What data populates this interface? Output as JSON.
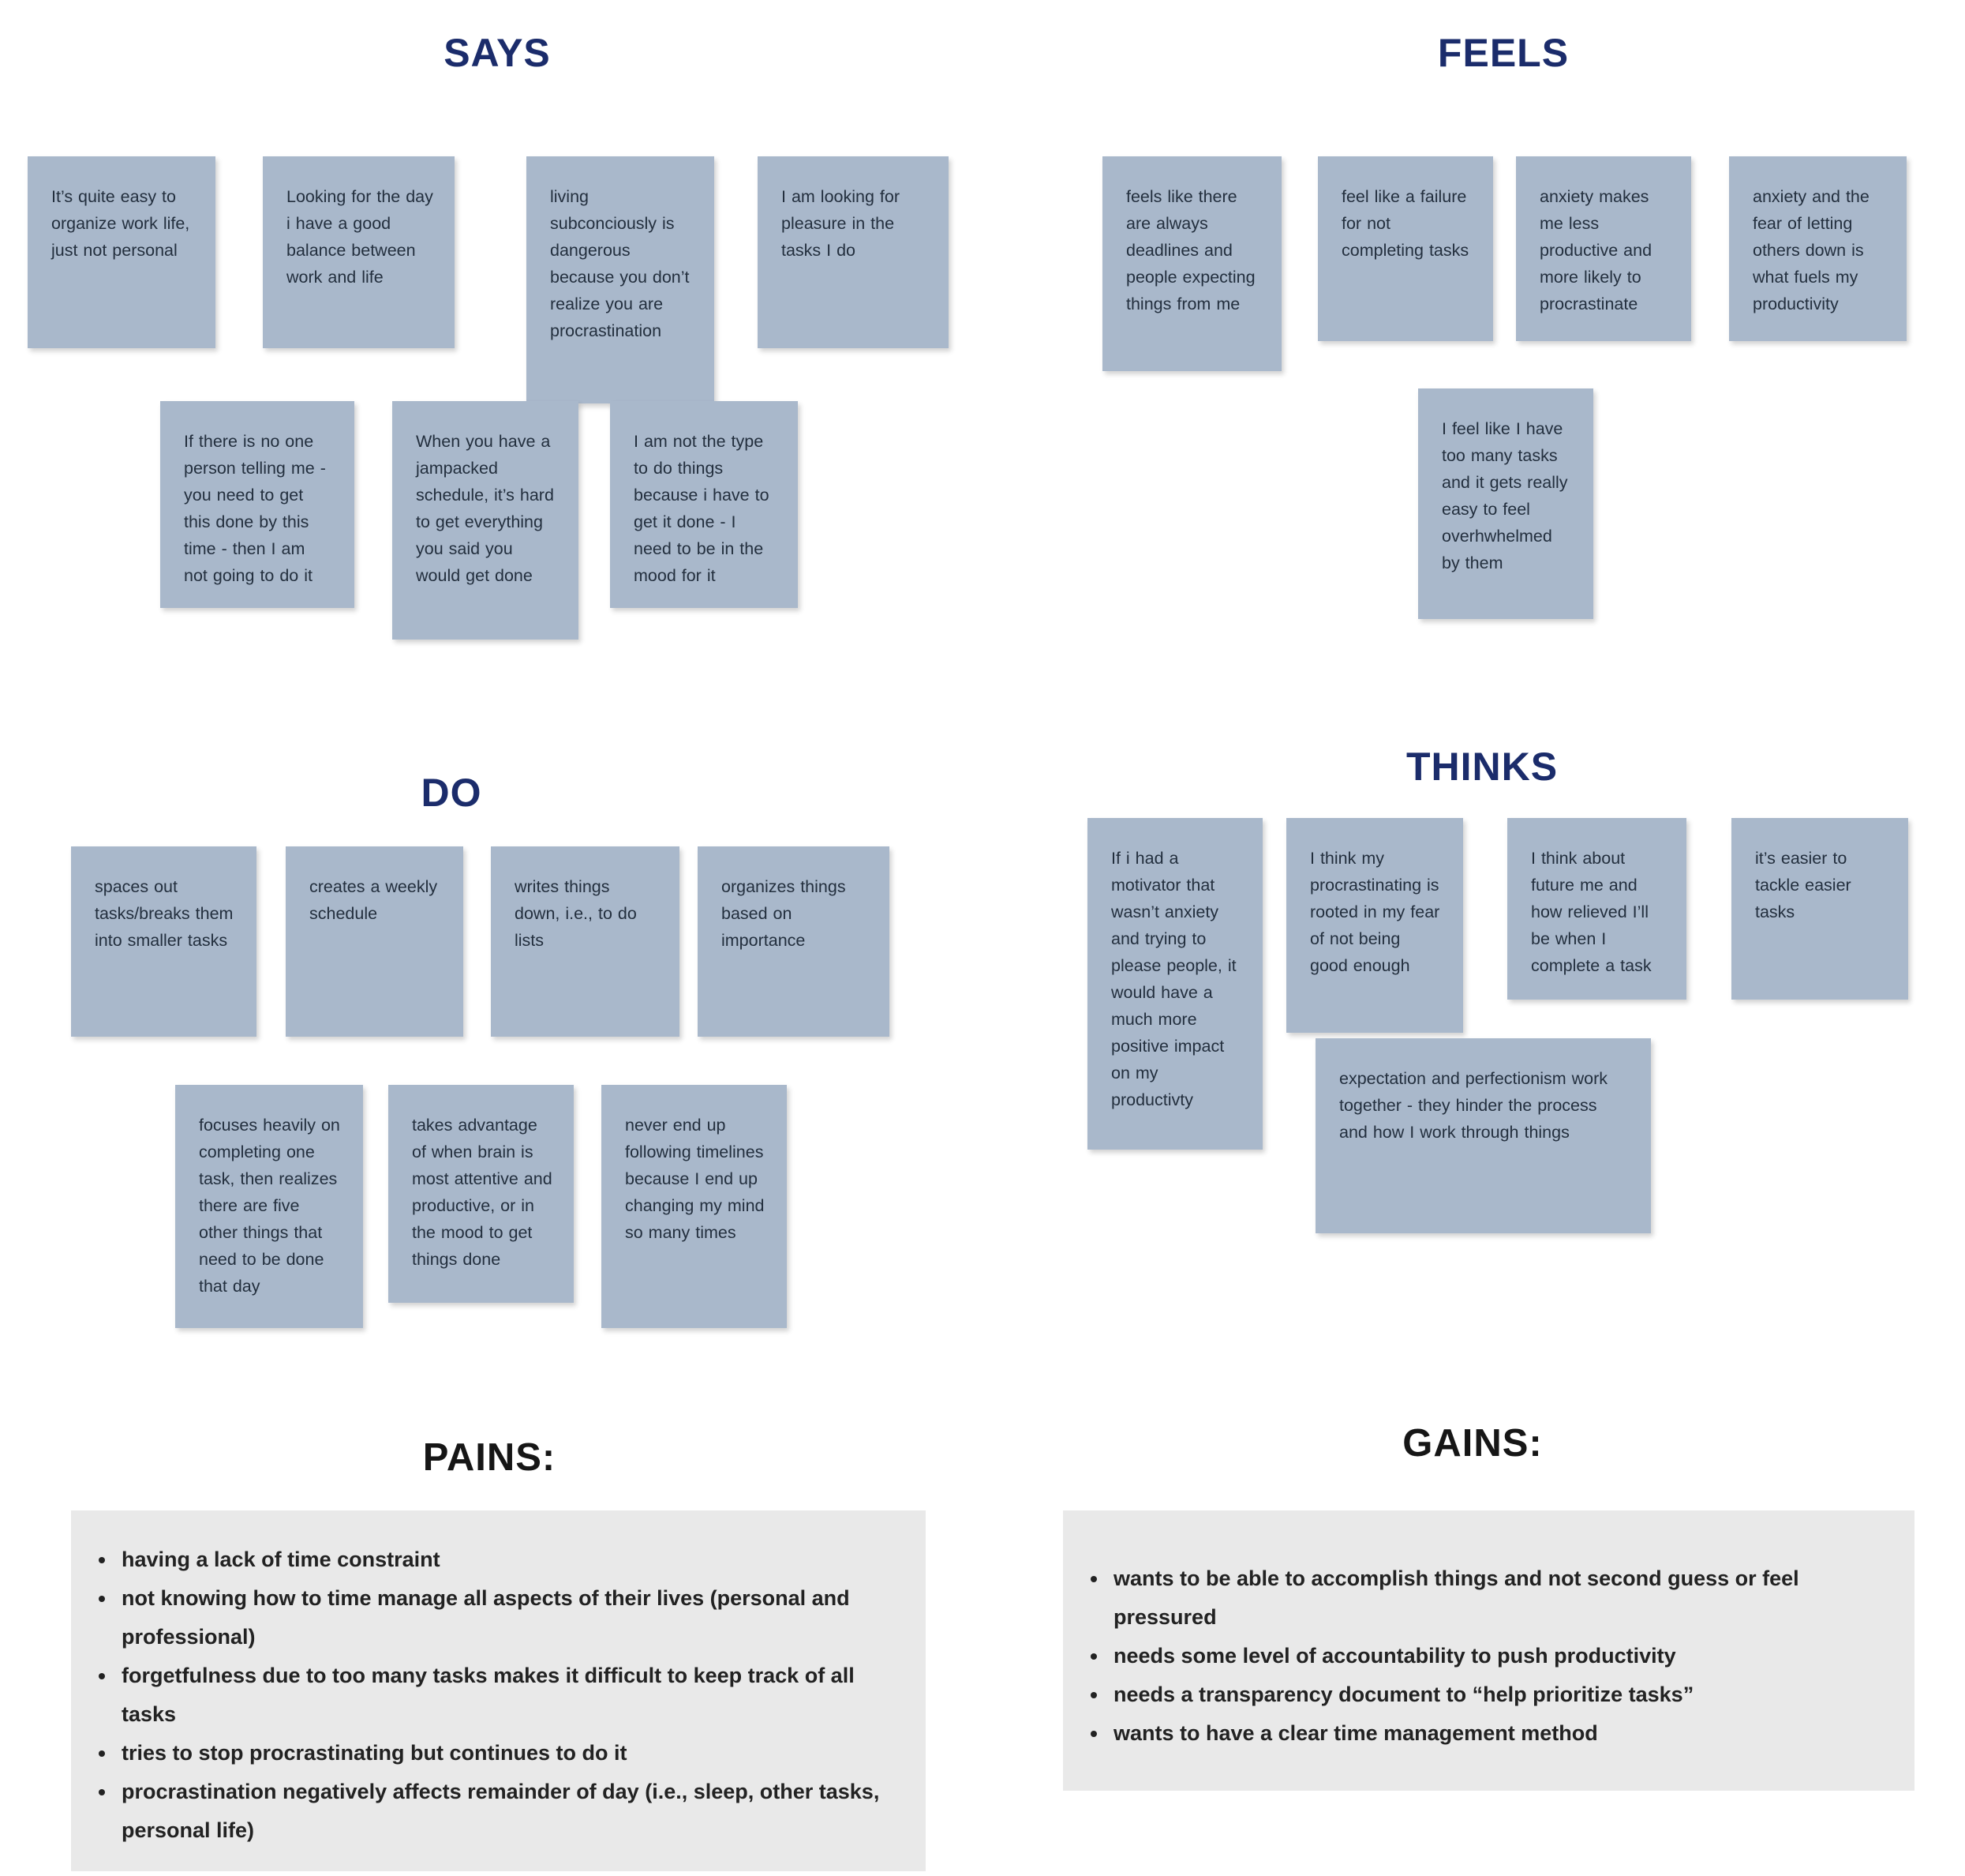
{
  "quadrants": {
    "says": {
      "title": "SAYS",
      "cards": [
        "It’s quite easy to organize work life, just not personal",
        "Looking for the day i have a good balance between work and life",
        "living subconciously is dangerous because you don’t realize you are procrastination",
        "I am looking for pleasure in the tasks I do",
        "If there is no one person telling me - you need to get this done by this time - then I am not going to do it",
        "When you have a jampacked schedule, it’s hard to get everything you said you would get done",
        "I am not the type to do things because i have to get it done - I need to be in the mood for it"
      ]
    },
    "feels": {
      "title": "FEELS",
      "cards": [
        "feels like there are always deadlines and people expecting things from me",
        "feel like a failure for not completing tasks",
        "anxiety makes me less productive and more likely to procrastinate",
        "anxiety and the fear of letting others down is what fuels my productivity",
        "I feel like I have too many tasks and it gets really easy to feel overhwhelmed by them"
      ]
    },
    "do": {
      "title": "DO",
      "cards": [
        "spaces out tasks/breaks them into smaller tasks",
        "creates a weekly schedule",
        "writes things down, i.e., to do lists",
        "organizes things based on importance",
        "focuses heavily on completing one task, then realizes there are five other things that need to be done that day",
        "takes advantage of when brain is most attentive and productive, or in the mood to get things done",
        "never end up following timelines because I end up changing my mind so many times"
      ]
    },
    "thinks": {
      "title": "THINKS",
      "cards": [
        "If i had a motivator that wasn’t anxiety and trying to please people, it would have a much more positive impact on my productivty",
        "I think my procrastinating is rooted in my fear of not being good enough",
        "I think about future me and how relieved I’ll be when I complete a task",
        "it’s easier to tackle easier tasks",
        "expectation and perfectionism work together - they hinder the process and how I work through things"
      ]
    }
  },
  "pains": {
    "title": "PAINS:",
    "bullets": [
      "having a lack of time constraint",
      "not knowing how to time manage all aspects of their lives (personal and professional)",
      "forgetfulness due to too many tasks makes it difficult to keep track of all tasks",
      "tries to stop procrastinating but continues to do it",
      "procrastination negatively affects remainder of day (i.e., sleep, other tasks, personal life)"
    ]
  },
  "gains": {
    "title": "GAINS:",
    "bullets": [
      "wants to be able to accomplish things and not second guess or feel pressured",
      "needs some level of accountability to push productivity",
      "needs a transparency document to “help prioritize tasks”",
      "wants to have a clear time management method"
    ]
  },
  "colors": {
    "note_bg": "#a9b8cb",
    "note_text": "#232f3e",
    "heading_blue": "#1b2c6b",
    "heading_black": "#161616",
    "panel_bg": "#e9e9e9",
    "page_bg": "#ffffff"
  }
}
